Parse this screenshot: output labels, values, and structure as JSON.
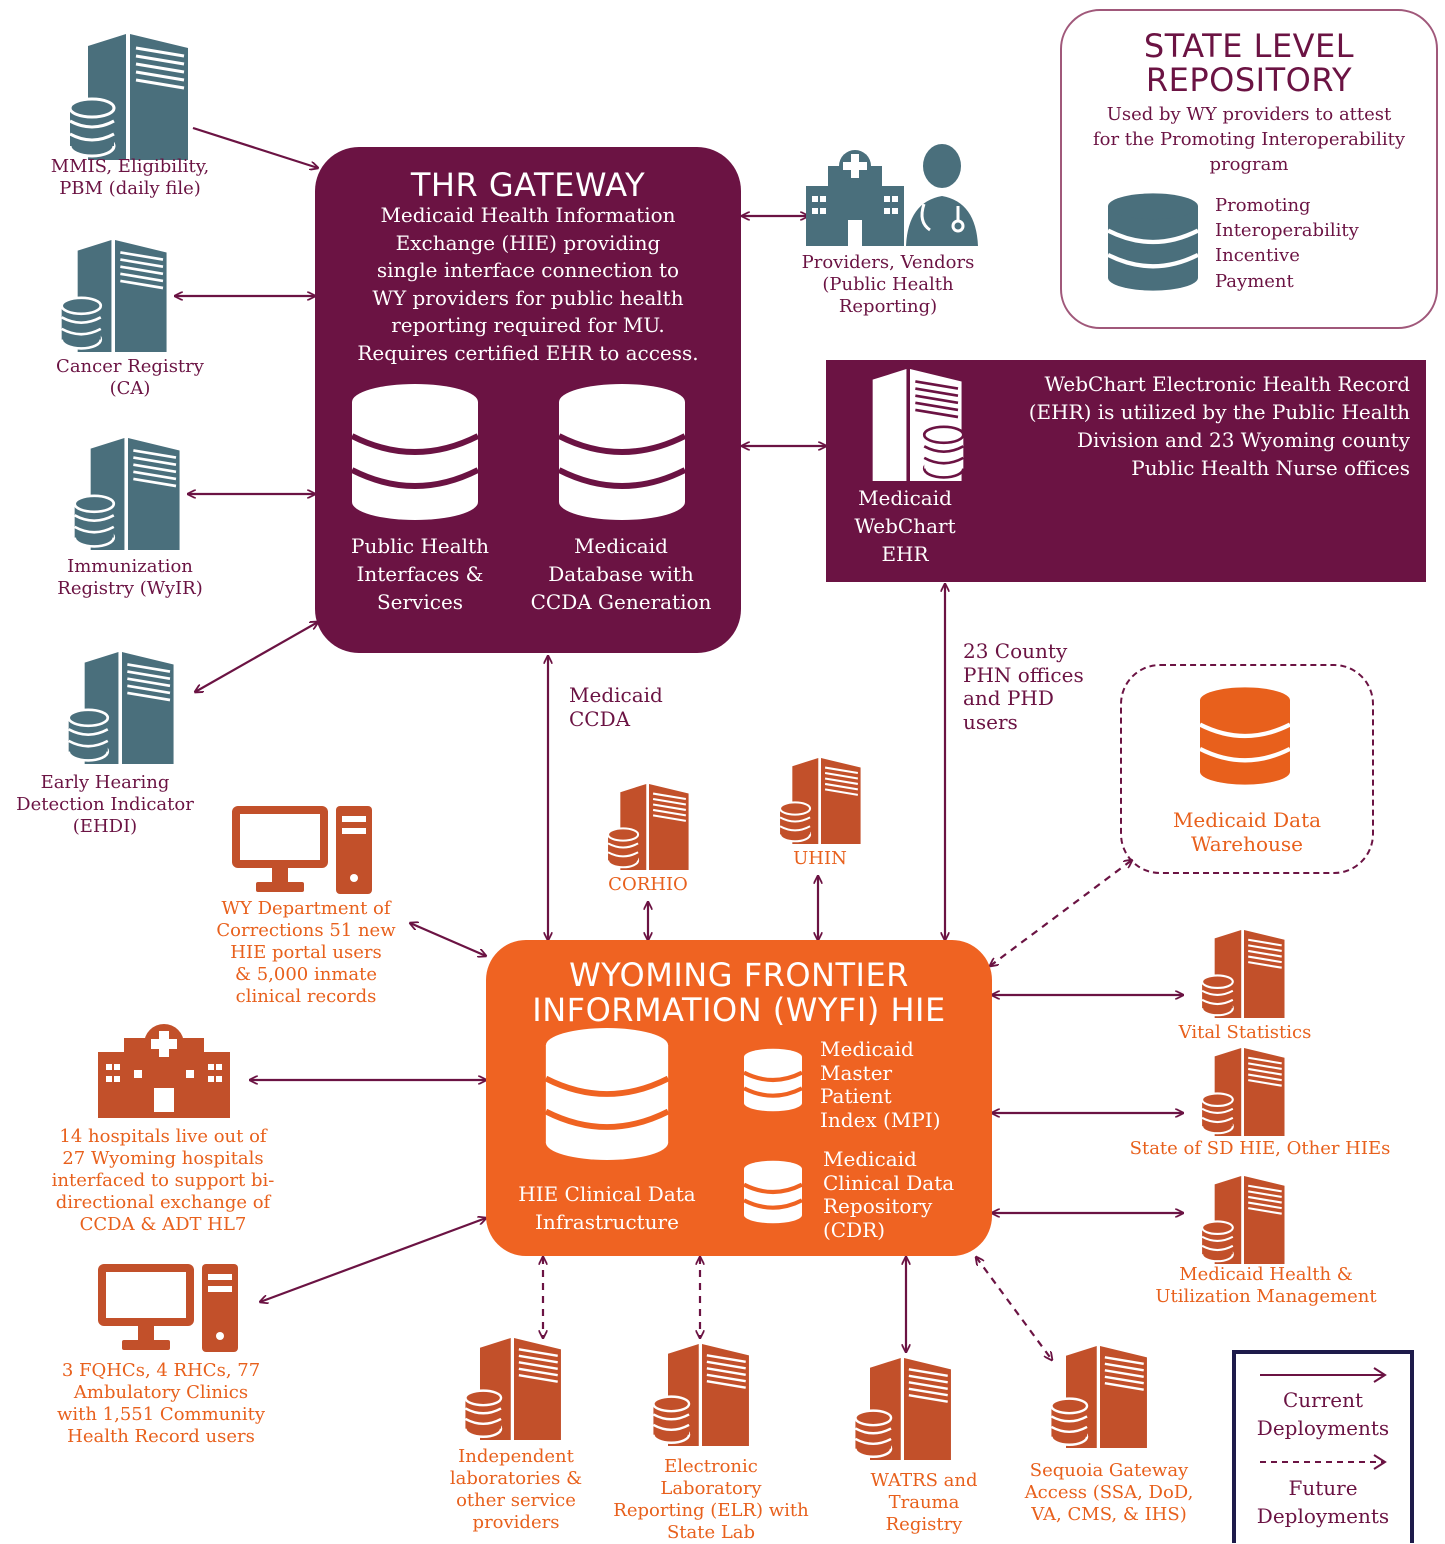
{
  "colors": {
    "plum": "#6b1343",
    "orange": "#e8601c",
    "teal": "#4a6f7c",
    "navy": "#1e1b4b"
  },
  "left_sources": [
    {
      "label": "MMIS, Eligibility,\nPBM (daily file)",
      "icon": "server-icon"
    },
    {
      "label": "Cancer Registry\n(CA)",
      "icon": "server-icon"
    },
    {
      "label": "Immunization\nRegistry (WyIR)",
      "icon": "server-icon"
    },
    {
      "label": "Early Hearing\nDetection Indicator\n(EHDI)",
      "icon": "server-icon"
    }
  ],
  "thr_gateway": {
    "title": "THR GATEWAY",
    "description": "Medicaid Health Information\nExchange (HIE) providing\nsingle interface connection to\nWY providers for public health\nreporting required for MU.\nRequires certified EHR to access.",
    "db_left": "Public Health\nInterfaces &\nServices",
    "db_right": "Medicaid\nDatabase with\nCCDA Generation"
  },
  "providers": {
    "label": "Providers, Vendors\n(Public Health\nReporting)",
    "icon": "hospital-doctor-icon"
  },
  "state_repo": {
    "title": "STATE LEVEL\nREPOSITORY",
    "description": "Used by WY providers to attest\nfor the Promoting Interoperability\nprogram",
    "db_label": "Promoting\nInteroperability\nIncentive\nPayment"
  },
  "webchart": {
    "description": "WebChart Electronic Health Record\n(EHR) is utilized by the Public Health\nDivision and 23 Wyoming county\nPublic Health Nurse offices",
    "label": "Medicaid\nWebChart\nEHR"
  },
  "medicaid_ccda": "Medicaid\nCCDA",
  "county_phn": "23 County\nPHN offices\nand PHD\nusers",
  "data_warehouse": "Medicaid Data\nWarehouse",
  "corhio": "CORHIO",
  "uhin": "UHIN",
  "wydoc": "WY Department of\nCorrections 51 new\nHIE portal users\n& 5,000 inmate\nclinical records",
  "hospitals": "14 hospitals live out of\n27 Wyoming hospitals\ninterfaced to support bi-\ndirectional exchange of\nCCDA & ADT HL7",
  "fqhc": "3 FQHCs, 4 RHCs, 77\nAmbulatory Clinics\nwith 1,551 Community\nHealth Record users",
  "wyfi": {
    "title": "WYOMING FRONTIER\nINFORMATION (WYFI) HIE",
    "big_db": "HIE Clinical Data\nInfrastructure",
    "mpi": "Medicaid\nMaster\nPatient\nIndex (MPI)",
    "cdr": "Medicaid\nClinical Data\nRepository\n(CDR)"
  },
  "right_targets": [
    {
      "label": "Vital Statistics"
    },
    {
      "label": "State of SD HIE, Other HIEs"
    },
    {
      "label": "Medicaid Health &\nUtilization Management"
    }
  ],
  "bottom_targets": [
    {
      "label": "Independent\nlaboratories &\nother service\nproviders"
    },
    {
      "label": "Electronic\nLaboratory\nReporting (ELR) with\nState Lab"
    },
    {
      "label": "WATRS and\nTrauma\nRegistry"
    },
    {
      "label": "Sequoia Gateway\nAccess (SSA, DoD,\nVA, CMS, & IHS)"
    }
  ],
  "legend": {
    "current": "Current\nDeployments",
    "future": "Future\nDeployments"
  }
}
